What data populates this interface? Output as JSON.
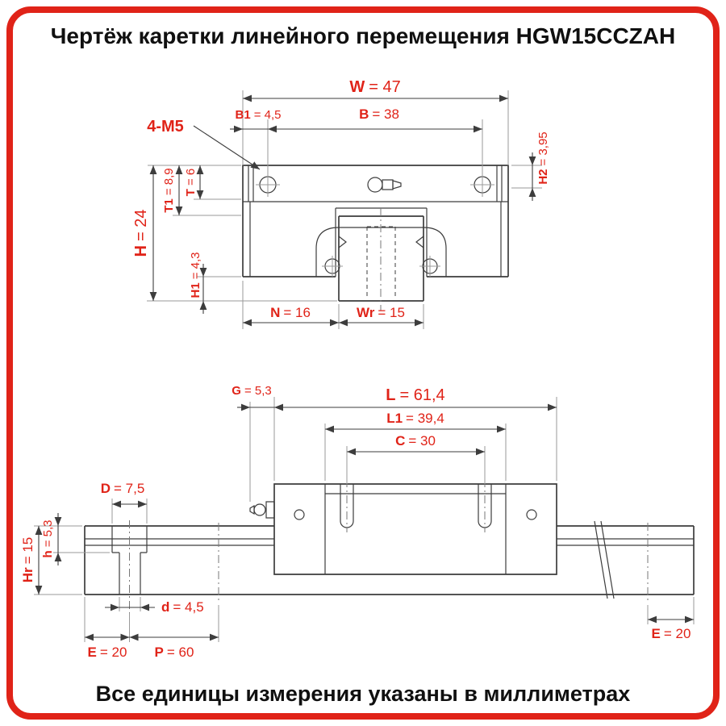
{
  "meta": {
    "title": "Чертёж каретки линейного перемещения HGW15CCZAH",
    "footer": "Все единицы измерения указаны в миллиметрах",
    "part_number": "HGW15CCZAH",
    "accent_color": "#e02318",
    "line_color": "#3d3d3d",
    "units": "мм"
  },
  "front_view": {
    "thread_callout": {
      "label": "4-M5"
    },
    "dims": {
      "W": {
        "label": "W",
        "value": "47",
        "eq": "= 47"
      },
      "B1": {
        "label": "B1",
        "value": "4,5",
        "eq": "= 4,5"
      },
      "B": {
        "label": "B",
        "value": "38",
        "eq": "= 38"
      },
      "H2": {
        "label": "H2",
        "value": "3,95",
        "eq": "= 3,95"
      },
      "T": {
        "label": "T",
        "value": "6",
        "eq": "= 6"
      },
      "T1": {
        "label": "T1",
        "value": "8,9",
        "eq": "= 8,9"
      },
      "H": {
        "label": "H",
        "value": "24",
        "eq": "= 24"
      },
      "H1": {
        "label": "H1",
        "value": "4,3",
        "eq": "= 4,3"
      },
      "N": {
        "label": "N",
        "value": "16",
        "eq": "= 16"
      },
      "Wr": {
        "label": "Wr",
        "value": "15",
        "eq": "= 15"
      }
    }
  },
  "side_view": {
    "dims": {
      "G": {
        "label": "G",
        "value": "5,3",
        "eq": "= 5,3"
      },
      "L": {
        "label": "L",
        "value": "61,4",
        "eq": "= 61,4"
      },
      "L1": {
        "label": "L1",
        "value": "39,4",
        "eq": "= 39,4"
      },
      "C": {
        "label": "C",
        "value": "30",
        "eq": "= 30"
      },
      "D": {
        "label": "D",
        "value": "7,5",
        "eq": "= 7,5"
      },
      "Hr": {
        "label": "Hr",
        "value": "15",
        "eq": "= 15"
      },
      "h": {
        "label": "h",
        "value": "5,3",
        "eq": "= 5,3"
      },
      "d": {
        "label": "d",
        "value": "4,5",
        "eq": "= 4,5"
      },
      "E_left": {
        "label": "E",
        "value": "20",
        "eq": "= 20"
      },
      "P": {
        "label": "P",
        "value": "60",
        "eq": "= 60"
      },
      "E_right": {
        "label": "E",
        "value": "20",
        "eq": "= 20"
      }
    }
  }
}
